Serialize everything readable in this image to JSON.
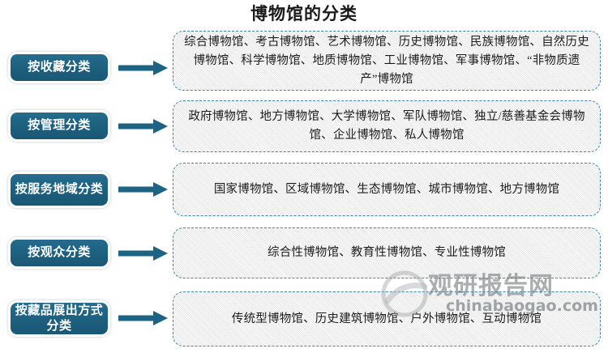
{
  "title": "博物馆的分类",
  "colors": {
    "pill_fill": "#1f6485",
    "pill_border": "#fdfdfd",
    "arrow": "#1d6384",
    "box_border": "#3f86ab",
    "box_fill": "#f2f2f2",
    "title_text": "#1a1a1a"
  },
  "rows": [
    {
      "label": "按收藏分类",
      "content": "综合博物馆、考古博物馆、艺术博物馆、历史博物馆、民族博物馆、自然历史博物馆、科学博物馆、地质博物馆、工业博物馆、军事博物馆、“非物质遗产”博物馆"
    },
    {
      "label": "按管理分类",
      "content": "政府博物馆、地方博物馆、大学博物馆、军队博物馆、独立/慈善基金会博物馆、企业博物馆、私人博物馆"
    },
    {
      "label": "按服务地域分类",
      "content": "国家博物馆、区域博物馆、生态博物馆、城市博物馆、地方博物馆"
    },
    {
      "label": "按观众分类",
      "content": "综合性博物馆、教育性博物馆、专业性博物馆"
    },
    {
      "label": "按藏品展出方式分类",
      "content": "传统型博物馆、历史建筑博物馆、户外博物馆、互动博物馆"
    }
  ],
  "watermark": {
    "brand": "观研报告网",
    "url": "chinabaogao.com"
  }
}
